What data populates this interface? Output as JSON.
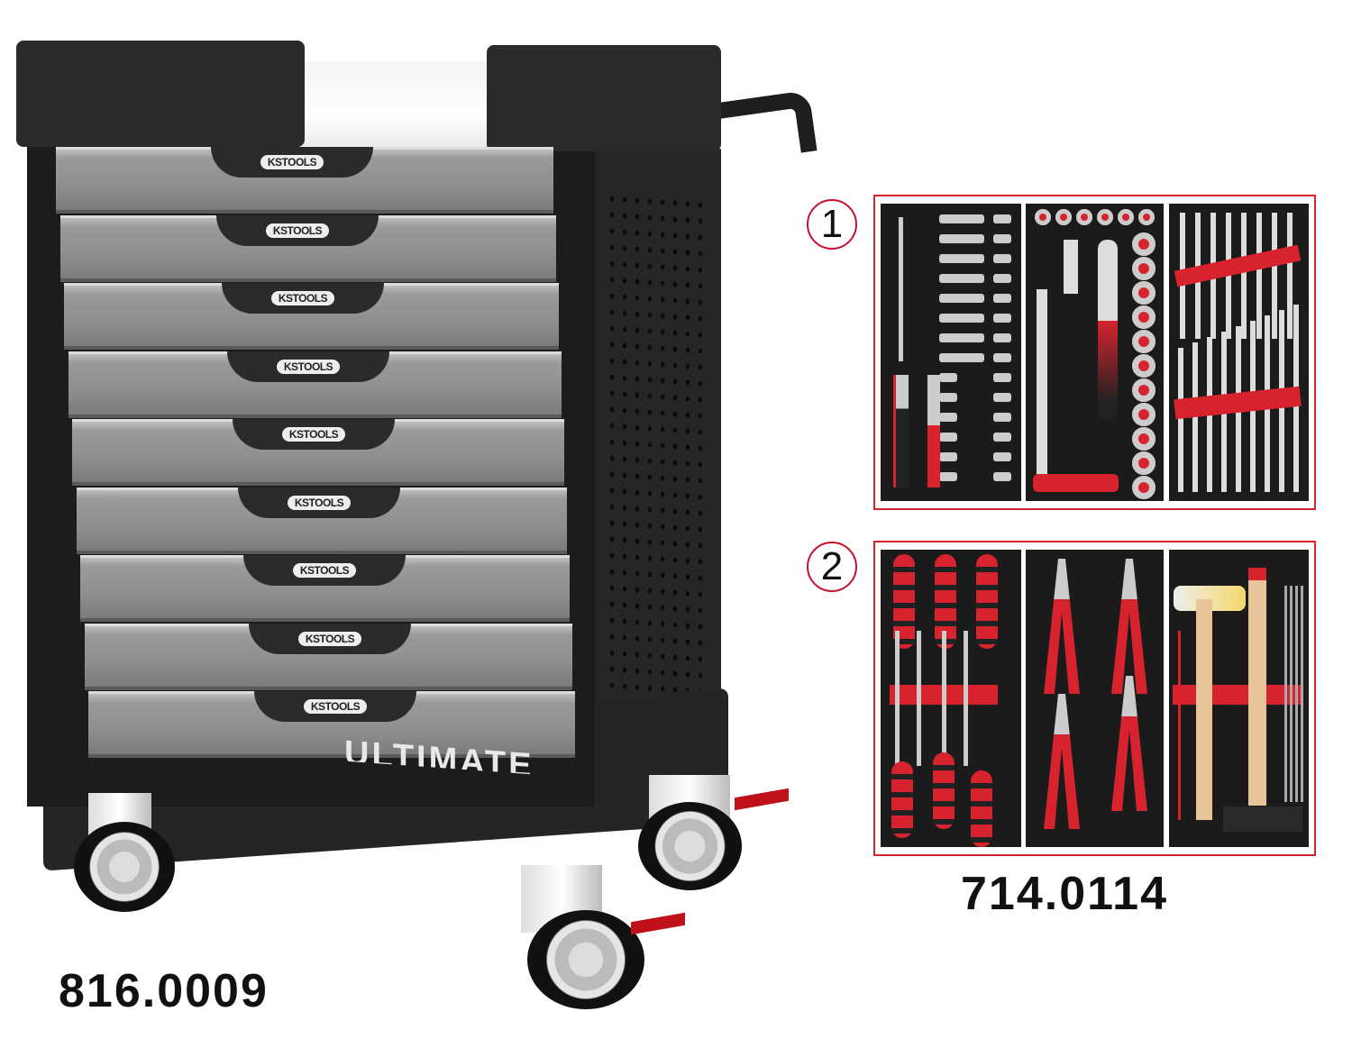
{
  "trolley": {
    "product_code": "816.0009",
    "brand_text": "ULTIMATE",
    "drawer_logos": [
      "KSTOOLS",
      "KSTOOLS",
      "KSTOOLS",
      "KSTOOLS",
      "KSTOOLS",
      "KSTOOLS",
      "KSTOOLS",
      "KSTOOLS",
      "KSTOOLS"
    ],
    "colors": {
      "frame": "#1c1c1c",
      "drawer": "#9a9a9a",
      "brake": "#c0101a"
    }
  },
  "tool_set": {
    "product_code": "714.0114",
    "trays": [
      {
        "label": "1",
        "modules": [
          "socket-bits-module",
          "socket-ratchet-module",
          "spanner-module"
        ]
      },
      {
        "label": "2",
        "modules": [
          "screwdriver-module",
          "pliers-module",
          "hammer-chisel-module"
        ]
      }
    ],
    "colors": {
      "accent": "#d6232e",
      "foam": "#1b1b1b"
    }
  }
}
